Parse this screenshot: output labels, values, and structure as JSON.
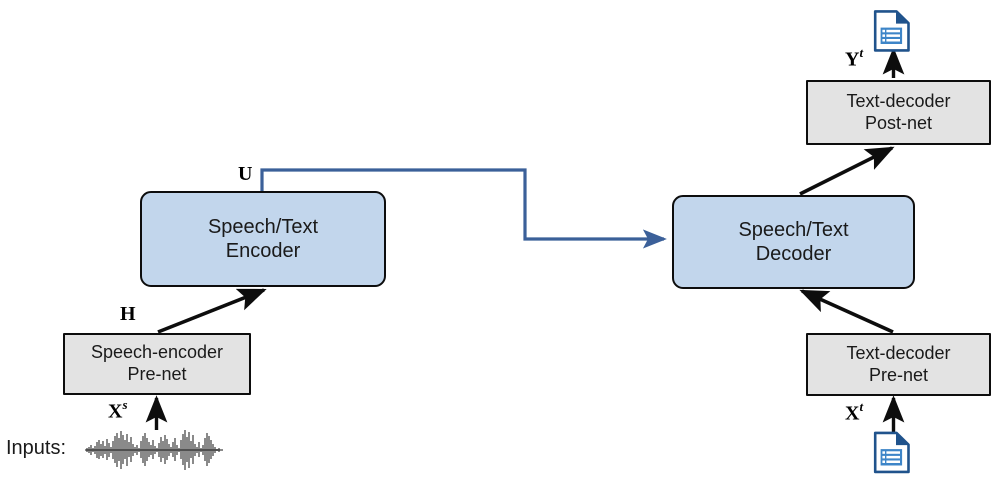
{
  "figure": {
    "title": "Speech/Text encoder-decoder architecture diagram",
    "background_color": "#ffffff",
    "accent_blue_fill": "#c2d6ec",
    "accent_blue_line": "#3b6099",
    "gray_fill": "#e3e3e3",
    "stroke_black": "#0d0d0d"
  },
  "nodes": {
    "speech_encoder_prenet": {
      "line1": "Speech-encoder",
      "line2": "Pre-net",
      "style": "gray"
    },
    "speech_text_encoder": {
      "line1": "Speech/Text",
      "line2": "Encoder",
      "style": "blue"
    },
    "speech_text_decoder": {
      "line1": "Speech/Text",
      "line2": "Decoder",
      "style": "blue"
    },
    "text_decoder_prenet": {
      "line1": "Text-decoder",
      "line2": "Pre-net",
      "style": "gray"
    },
    "text_decoder_postnet": {
      "line1": "Text-decoder",
      "line2": "Post-net",
      "style": "gray"
    }
  },
  "labels": {
    "inputs": "Inputs:",
    "h": {
      "base": "H",
      "sup": ""
    },
    "u": {
      "base": "U",
      "sup": ""
    },
    "x_speech": {
      "base": "X",
      "sup": "s"
    },
    "x_text": {
      "base": "X",
      "sup": "t"
    },
    "y_text": {
      "base": "Y",
      "sup": "t"
    }
  },
  "icons": {
    "speech_waveform": "audio-waveform-icon",
    "text_document_input": "text-document-icon",
    "text_document_output": "text-document-icon"
  },
  "connections": [
    {
      "name": "prenet-to-encoder",
      "from": "speech_encoder_prenet",
      "to": "speech_text_encoder",
      "color": "#0d0d0d",
      "label": "H"
    },
    {
      "name": "encoder-to-decoder",
      "from": "speech_text_encoder",
      "to": "speech_text_decoder",
      "color": "#3b6099",
      "label": "U"
    },
    {
      "name": "text-prenet-to-decoder",
      "from": "text_decoder_prenet",
      "to": "speech_text_decoder",
      "color": "#0d0d0d",
      "label": ""
    },
    {
      "name": "decoder-to-postnet",
      "from": "speech_text_decoder",
      "to": "text_decoder_postnet",
      "color": "#0d0d0d",
      "label": ""
    },
    {
      "name": "waveform-to-prenet",
      "from": "speech_waveform",
      "to": "speech_encoder_prenet",
      "color": "#0d0d0d",
      "label": "X^s"
    },
    {
      "name": "document-to-text-prenet",
      "from": "text_document_input",
      "to": "text_decoder_prenet",
      "color": "#0d0d0d",
      "label": "X^t"
    },
    {
      "name": "postnet-to-document",
      "from": "text_decoder_postnet",
      "to": "text_document_output",
      "color": "#0d0d0d",
      "label": "Y^t"
    }
  ]
}
